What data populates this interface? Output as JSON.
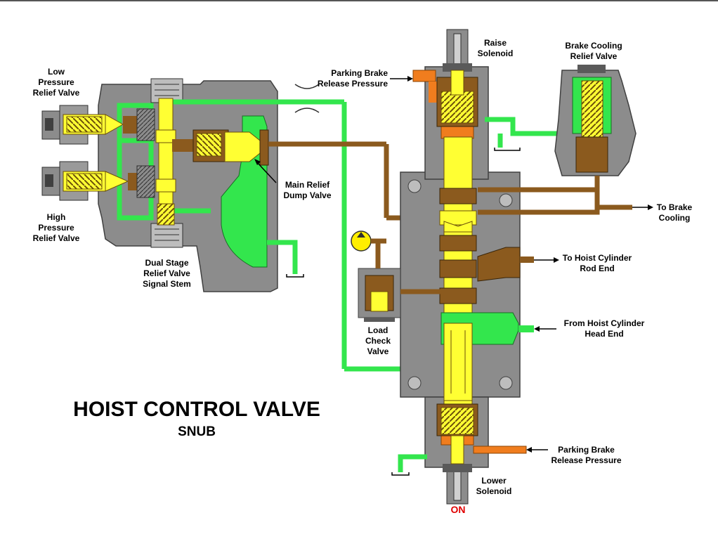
{
  "title": "HOIST CONTROL VALVE",
  "subtitle": "SNUB",
  "status": "ON",
  "labels": {
    "low_prv": "Low\nPressure\nRelief Valve",
    "high_prv": "High\nPressure\nRelief Valve",
    "dual_stage": "Dual Stage\nRelief Valve\nSignal Stem",
    "main_relief": "Main Relief\nDump Valve",
    "parking_brake_top": "Parking Brake\nRelease Pressure",
    "raise_solenoid": "Raise\nSolenoid",
    "brake_cooling_rv": "Brake Cooling\nRelief Valve",
    "to_brake_cooling": "To Brake\nCooling",
    "to_hoist_rod": "To Hoist Cylinder\nRod End",
    "from_hoist_head": "From Hoist Cylinder\nHead End",
    "load_check": "Load\nCheck\nValve",
    "parking_brake_bottom": "Parking Brake\nRelease Pressure",
    "lower_solenoid": "Lower\nSolenoid"
  },
  "colors": {
    "housing": "#8c8c8c",
    "housing_dark": "#5a5a5a",
    "supply_oil": "#ffff33",
    "return_oil": "#33e64d",
    "brake_oil": "#8b5a1e",
    "pilot_oil": "#f07d1e",
    "spring": "#8b6914",
    "accent_on": "#e00000"
  }
}
